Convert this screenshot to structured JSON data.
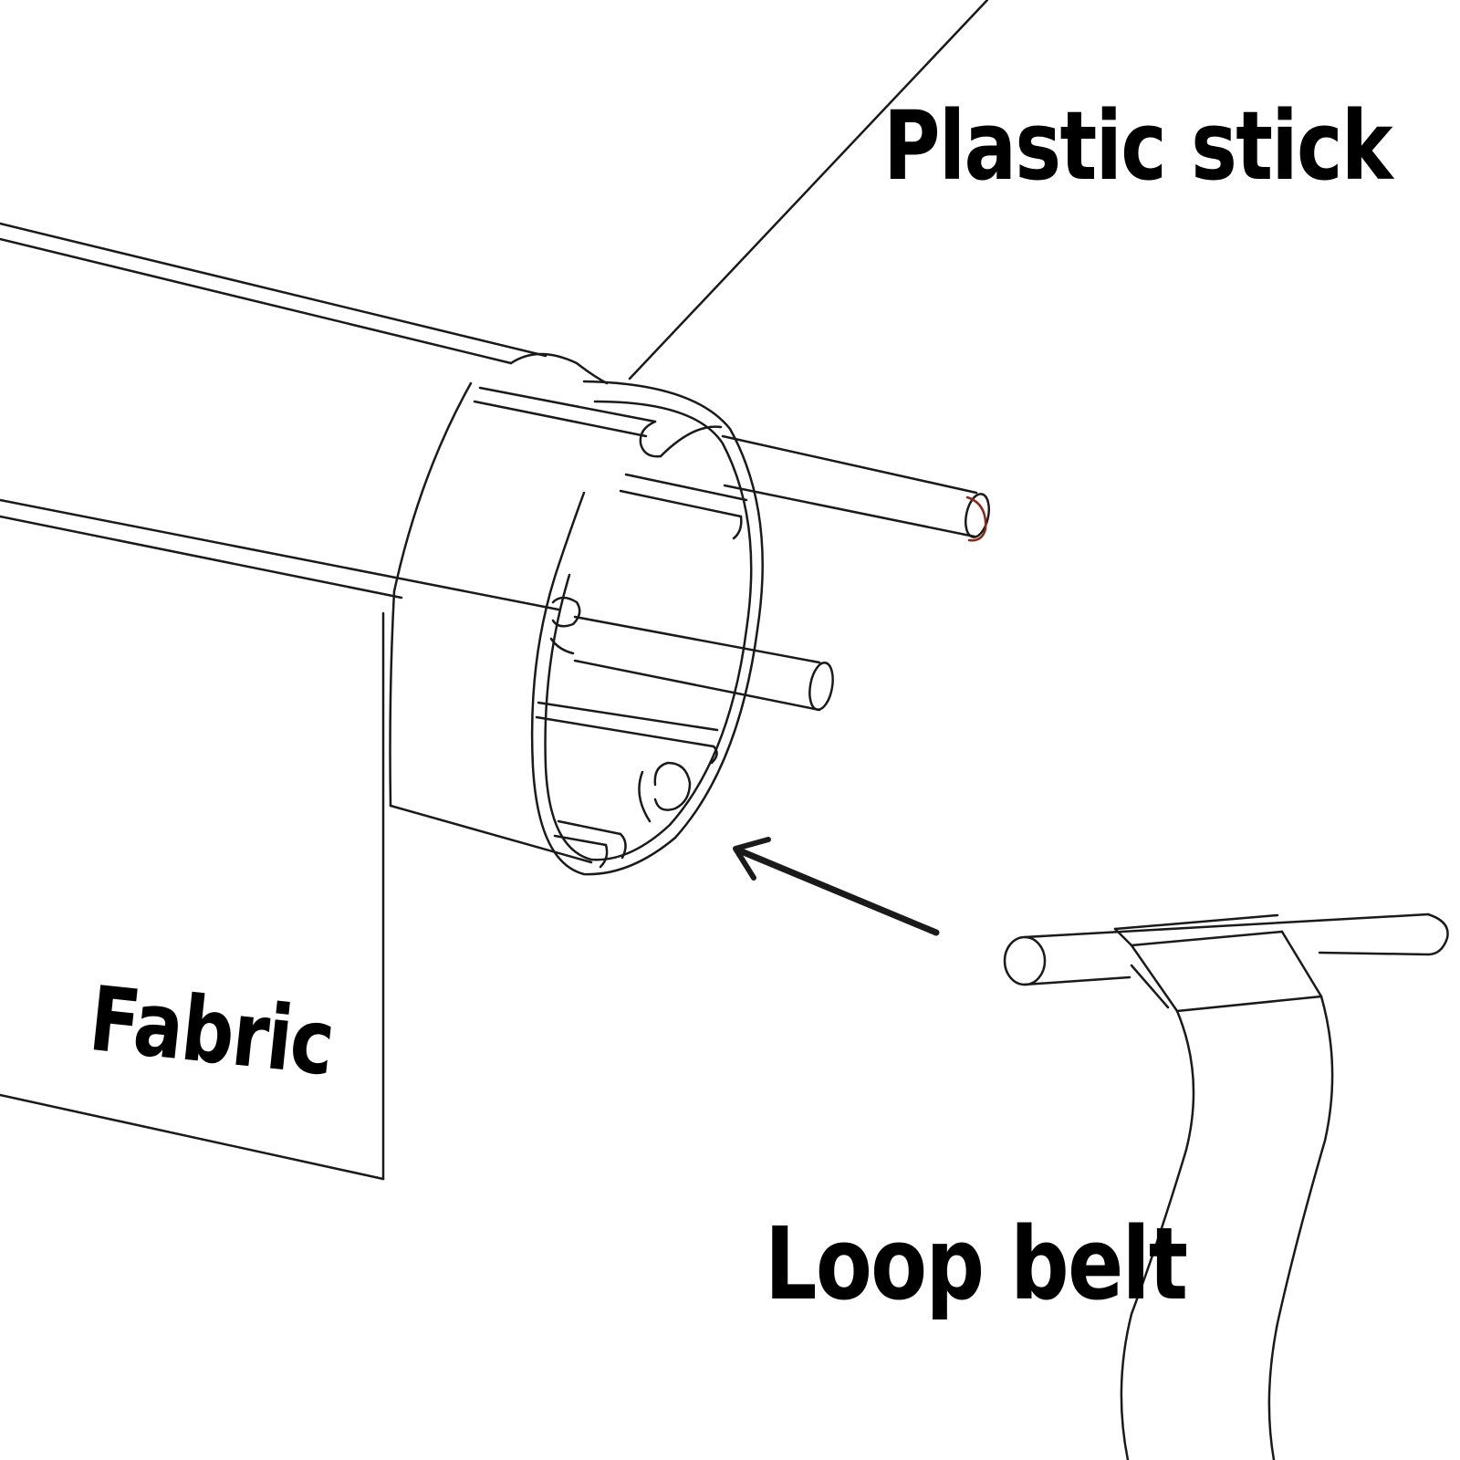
{
  "labels": {
    "plastic_stick": "Plastic stick",
    "fabric": "Fabric",
    "loop_belt": "Loop belt"
  },
  "colors": {
    "background": "#ffffff",
    "line": "#1a1a1a",
    "text": "#000000",
    "stick_tip": "#8b2a1a"
  }
}
